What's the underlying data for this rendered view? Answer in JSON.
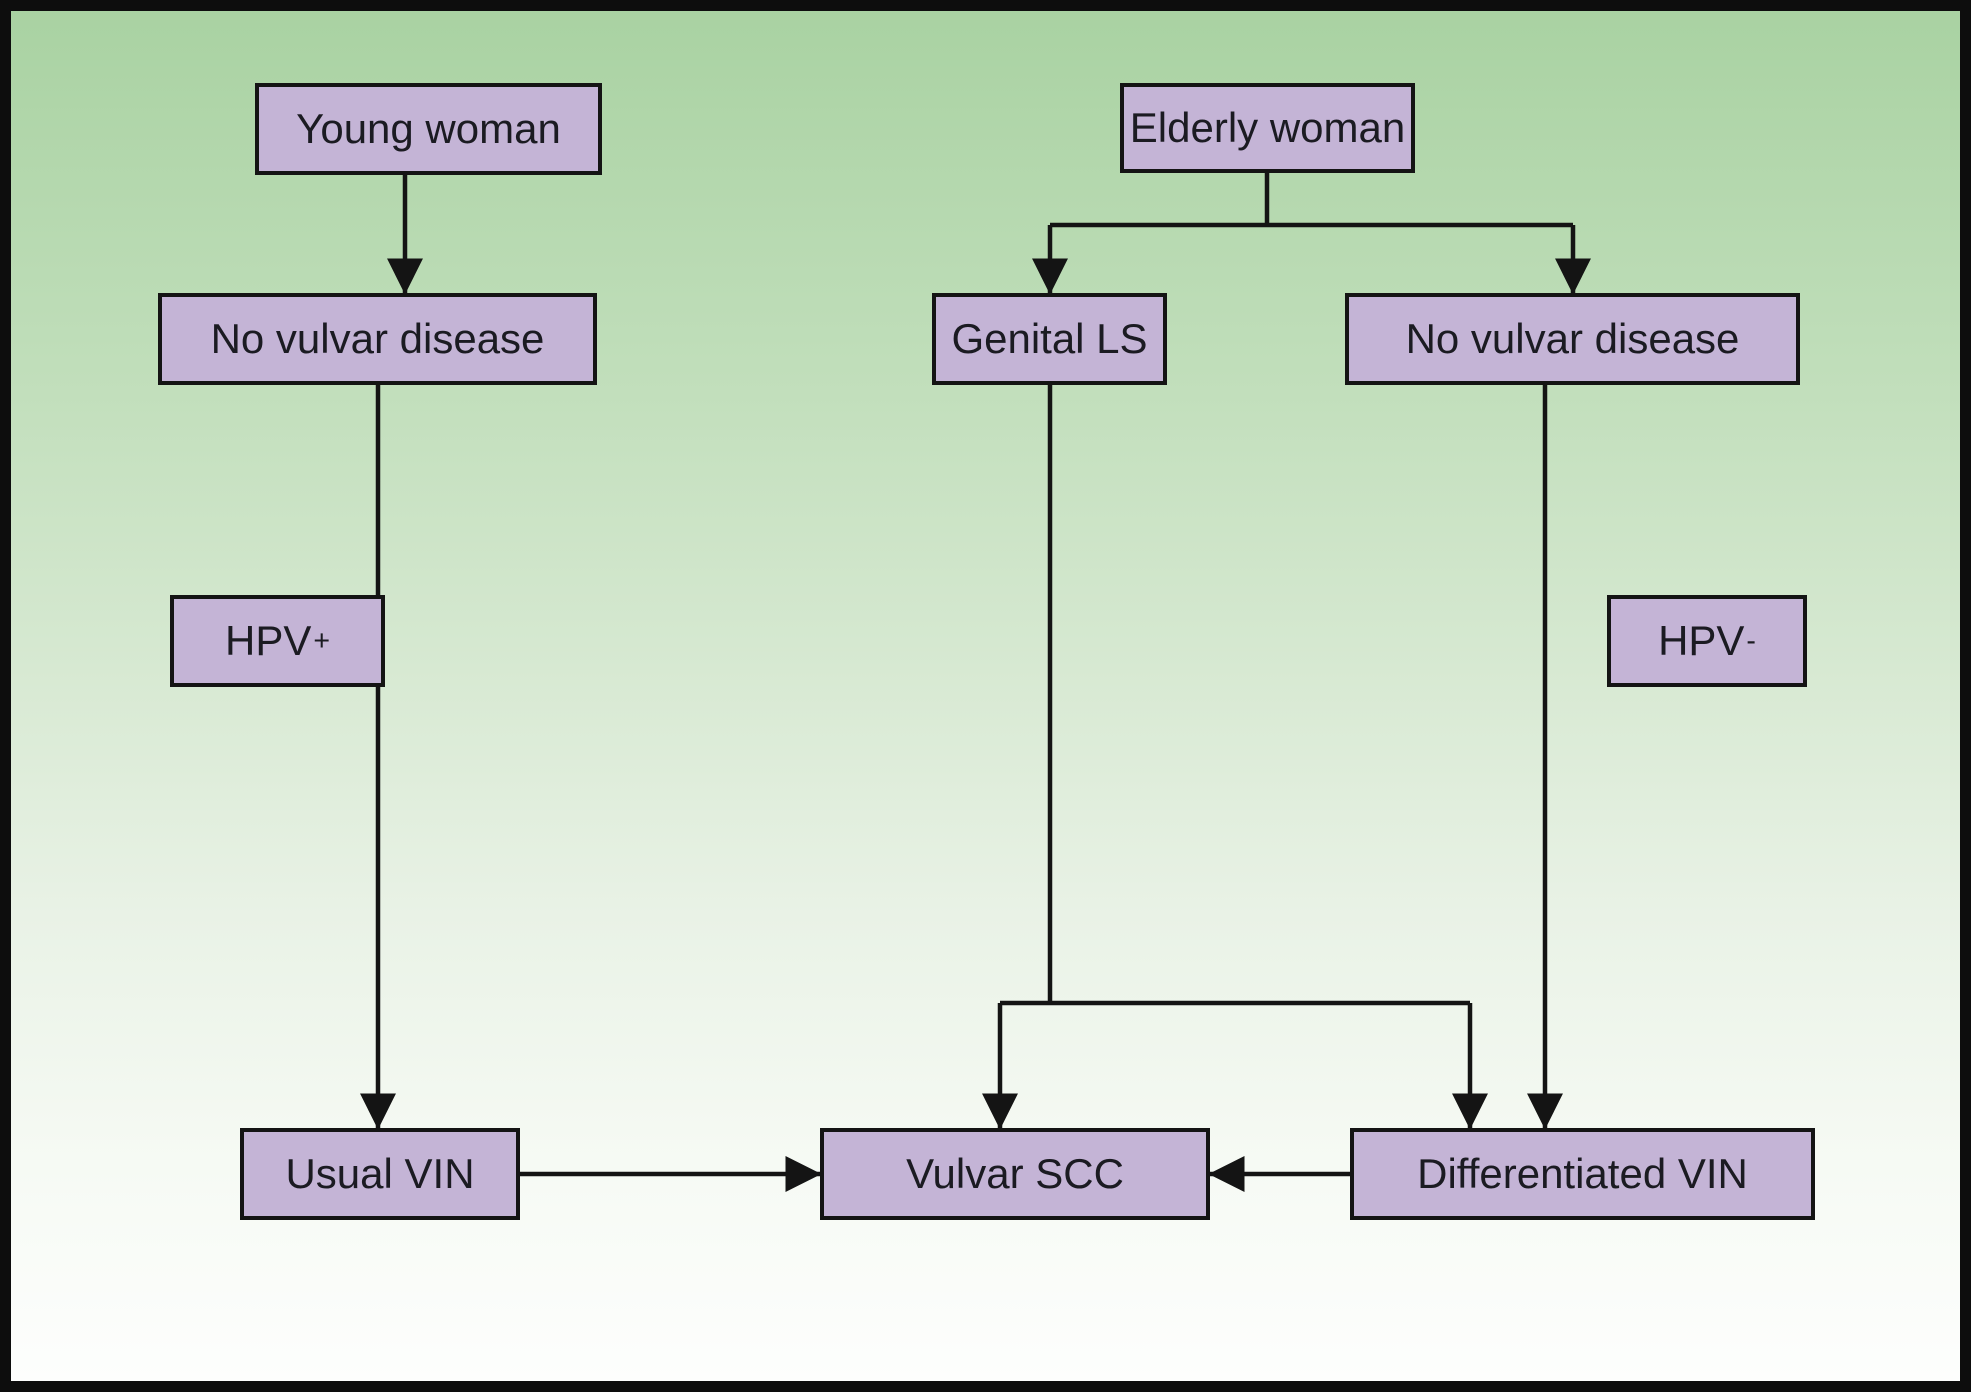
{
  "diagram": {
    "type": "flowchart",
    "colors": {
      "background_top": "#a9d2a2",
      "background_bottom": "#fdfefd",
      "node_fill": "#c4b4d6",
      "node_border": "#141414",
      "line": "#141414",
      "text": "#1b1b22",
      "outer_frame": "#0d0d0d"
    },
    "nodes": {
      "young_woman": {
        "label": "Young woman"
      },
      "no_vulvar_left": {
        "label": "No vulvar disease"
      },
      "elderly_woman": {
        "label": "Elderly woman"
      },
      "genital_ls": {
        "label": "Genital LS"
      },
      "no_vulvar_right": {
        "label": "No vulvar disease"
      },
      "hpv_positive": {
        "label": "HPV",
        "sup": "+"
      },
      "hpv_negative": {
        "label": "HPV",
        "sup": "-"
      },
      "usual_vin": {
        "label": "Usual VIN"
      },
      "vulvar_scc": {
        "label": "Vulvar SCC"
      },
      "differentiated_vin": {
        "label": "Differentiated VIN"
      }
    },
    "edges": [
      {
        "from": "young_woman",
        "to": "no_vulvar_left"
      },
      {
        "from": "elderly_woman",
        "to": "genital_ls"
      },
      {
        "from": "elderly_woman",
        "to": "no_vulvar_right"
      },
      {
        "from": "no_vulvar_left",
        "to": "usual_vin"
      },
      {
        "from": "genital_ls",
        "to": "vulvar_scc"
      },
      {
        "from": "genital_ls",
        "to": "differentiated_vin"
      },
      {
        "from": "no_vulvar_right",
        "to": "differentiated_vin"
      },
      {
        "from": "usual_vin",
        "to": "vulvar_scc"
      },
      {
        "from": "differentiated_vin",
        "to": "vulvar_scc"
      }
    ]
  }
}
